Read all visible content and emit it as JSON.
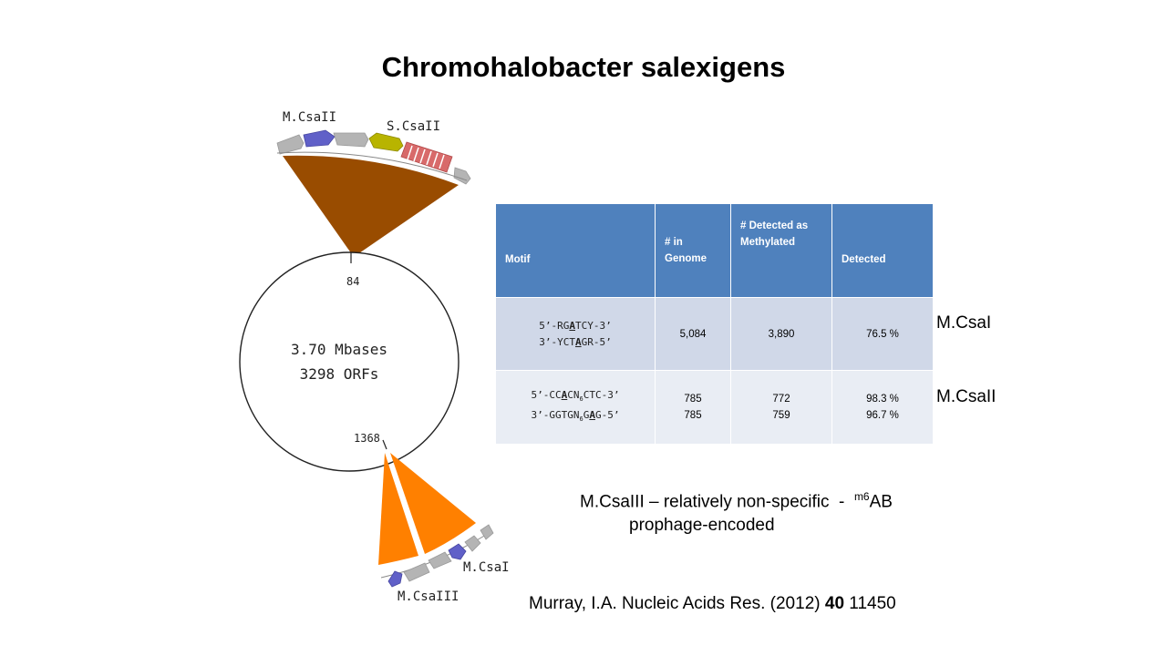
{
  "title": "Chromohalobacter salexigens",
  "genome": {
    "size_label": "3.70 Mbases",
    "orf_label": "3298 ORFs",
    "marker_top": "84",
    "marker_bottom": "1368",
    "top_labels": {
      "mcsaii": "M.CsaII",
      "scsaii": "S.CsaII"
    },
    "bottom_labels": {
      "mcsai": "M.CsaI",
      "mcsaiii": "M.CsaIII"
    }
  },
  "colors": {
    "top_wedge": "#994c00",
    "bottom_wedge": "#ff8000",
    "table_header": "#4f81bd",
    "row1": "#d0d8e8",
    "row2": "#e9edf4",
    "gene_gray": "#b4b4b4",
    "gene_blue": "#6060c8",
    "gene_olive": "#b8b400",
    "gene_pink": "#d86a6a"
  },
  "table": {
    "headers": [
      "Motif",
      "# in Genome",
      "# Detected as Methylated",
      "Detected"
    ],
    "rows": [
      {
        "motif_top": {
          "pre": "5’-RG",
          "mark": "A",
          "post": "TCY-3’"
        },
        "motif_bottom": {
          "pre": "3’-YCT",
          "mark": "A",
          "post": "GR-5’"
        },
        "genome": "5,084",
        "methylated": "3,890",
        "detected": "76.5 %"
      },
      {
        "motif_top": {
          "pre": "5’-CC",
          "mark": "A",
          "post": "CN",
          "sub": "6",
          "post2": "CTC-3’"
        },
        "motif_bottom": {
          "pre": "3’-GGTGN",
          "sub": "6",
          "mid": "G",
          "mark": "A",
          "post": "G-5’"
        },
        "genome_a": "785",
        "genome_b": "785",
        "methylated_a": "772",
        "methylated_b": "759",
        "detected_a": "98.3 %",
        "detected_b": "96.7 %"
      }
    ],
    "row_labels": [
      "M.CsaI",
      "M.CsaII"
    ]
  },
  "note": {
    "line1": "M.CsaIII – relatively non-specific  -  ",
    "sup": "m6",
    "tail": "AB",
    "line2": "prophage-encoded"
  },
  "citation": {
    "text": "Murray, I.A. Nucleic Acids Res. (2012) ",
    "volume": "40",
    "page": "11450"
  }
}
